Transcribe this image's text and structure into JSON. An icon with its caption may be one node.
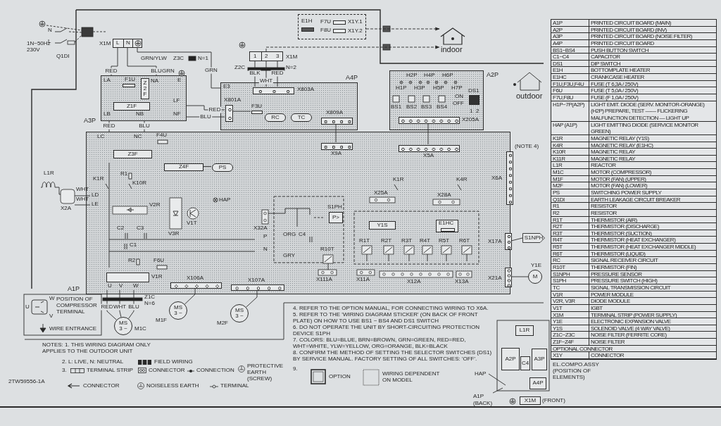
{
  "diagram": {
    "nodes": [
      {
        "text": [
          "L",
          "N"
        ],
        "beside": [
          "X1M"
        ]
      },
      {
        "text": [
          "A3P"
        ]
      },
      {
        "text": [
          "F1U"
        ],
        "in": 1
      },
      {
        "text": [
          "Z2F"
        ],
        "in": 1
      },
      {
        "text": [
          "Z1F"
        ],
        "in": 1
      },
      {
        "text": [
          "A4P"
        ]
      },
      {
        "text": [
          "X801A"
        ],
        "in": 5
      },
      {
        "text": [
          "F3U"
        ],
        "in": 5
      },
      {
        "text": [
          "RC"
        ],
        "in": 5
      },
      {
        "text": [
          "TC"
        ],
        "in": 5
      },
      {
        "text": [
          "X803A"
        ],
        "in": 5
      },
      {
        "text": [
          "X809A"
        ],
        "in": 5
      },
      {
        "text": [
          "1",
          "2",
          "3"
        ],
        "beside": [
          "X1M"
        ]
      },
      {
        "text": [
          "E1H",
          "F7U",
          "F8U",
          "X1Y.1",
          "X1Y.2"
        ]
      },
      {
        "text": [
          "indoor"
        ]
      },
      {
        "text": [
          "A2P"
        ]
      },
      {
        "text": [
          "X205A"
        ],
        "in": 15
      },
      {
        "text": [
          "DS1"
        ],
        "beside": [
          "1",
          "2"
        ],
        "in": 15
      },
      {
        "text": [
          "A1P"
        ]
      },
      {
        "text": [
          "Z3F"
        ],
        "in": 18
      },
      {
        "text": [
          "Z4F"
        ],
        "in": 18
      },
      {
        "text": [
          "PS"
        ],
        "in": 18
      },
      {
        "text": [
          "U",
          "V",
          "W"
        ],
        "beside": [
          "V1R"
        ],
        "in": 18
      },
      {
        "text": [
          "X106A"
        ],
        "in": 18
      },
      {
        "text": [
          "X107A"
        ],
        "in": 18
      },
      {
        "text": [
          "X9A"
        ],
        "in": 18
      },
      {
        "text": [
          "X5A"
        ],
        "in": 18
      },
      {
        "text": [
          "X6A"
        ],
        "in": 18
      },
      {
        "text": [
          "X17A"
        ],
        "in": 18
      },
      {
        "text": [
          "X21A"
        ],
        "in": 18
      },
      {
        "text": [
          "P>"
        ],
        "beside": [
          "S1PH"
        ],
        "in": 18
      },
      {
        "text": [
          "Y1S"
        ],
        "in": 18
      },
      {
        "text": [
          "E1HC"
        ],
        "in": 18
      },
      {
        "text": [
          "S1NPH"
        ]
      },
      {
        "text": [
          "M"
        ],
        "beside": [
          "Y1E"
        ]
      },
      {
        "text": [
          "MS 3 ~"
        ],
        "beside": [
          "M1F"
        ]
      },
      {
        "text": [
          "MS 3 ~"
        ],
        "beside": [
          "M2F"
        ]
      },
      {
        "text": [
          "MS 3 ~"
        ],
        "beside": [
          "M1C"
        ]
      },
      {
        "text": [
          "L1R"
        ]
      },
      {
        "text": [
          "A2P"
        ]
      },
      {
        "text": [
          "C4"
        ]
      },
      {
        "text": [
          "A3P"
        ]
      },
      {
        "text": [
          "A4P"
        ]
      },
      {
        "text": [
          "X1M"
        ]
      },
      {
        "text": [
          "HAP"
        ]
      },
      {
        "text": [
          "A1P (BACK)"
        ]
      }
    ],
    "edges": [
      {
        "from": 0,
        "to": 1,
        "arrow": "none",
        "label": "RED"
      },
      {
        "from": 0,
        "to": 1,
        "arrow": "none",
        "label": "BLU"
      },
      {
        "from": 0,
        "to": 5,
        "arrow": "none",
        "label": "GRN"
      },
      {
        "from": 1,
        "to": 6,
        "arrow": "none",
        "label": "RED"
      },
      {
        "from": 1,
        "to": 6,
        "arrow": "none",
        "label": "BLU"
      },
      {
        "from": 1,
        "to": 18,
        "arrow": "none",
        "label": "RED"
      },
      {
        "from": 1,
        "to": 18,
        "arrow": "none",
        "label": "BLU"
      },
      {
        "from": 12,
        "to": 10,
        "arrow": "none",
        "label": "BLK"
      },
      {
        "from": 12,
        "to": 10,
        "arrow": "none",
        "label": "WHT"
      },
      {
        "from": 12,
        "to": 10,
        "arrow": "none",
        "label": "RED"
      },
      {
        "from": 12,
        "to": 14,
        "arrow": "to",
        "style": "dashed"
      },
      {
        "from": 13,
        "to": 14,
        "arrow": "to",
        "style": "dashed"
      },
      {
        "from": 11,
        "to": 25,
        "arrow": "none"
      },
      {
        "from": 16,
        "to": 26,
        "arrow": "none"
      },
      {
        "from": 20,
        "to": 21,
        "arrow": "none"
      },
      {
        "from": 28,
        "to": 33,
        "arrow": "none"
      },
      {
        "from": 29,
        "to": 34,
        "arrow": "none"
      },
      {
        "from": 23,
        "to": 35,
        "arrow": "none"
      },
      {
        "from": 24,
        "to": 36,
        "arrow": "none"
      },
      {
        "from": 22,
        "to": 37,
        "arrow": "none",
        "label": "RED"
      },
      {
        "from": 22,
        "to": 37,
        "arrow": "none",
        "label": "WHT"
      },
      {
        "from": 22,
        "to": 37,
        "arrow": "none",
        "label": "BLU"
      },
      {
        "from": 6,
        "to": 7,
        "arrow": "none"
      },
      {
        "from": 44,
        "to": null,
        "arrow": "none"
      },
      {
        "from": 45,
        "to": null,
        "arrow": "none"
      }
    ],
    "labels": [
      "1N~50Hz 230V",
      "N",
      "L",
      "Q1DI",
      "GRN/YLW",
      "Z3C",
      "N=1",
      "GRN",
      "LA",
      "NA",
      "E",
      "LF",
      "LB",
      "NB",
      "NF",
      "E3",
      "Z2C",
      "N=2",
      "H2P",
      "H4P",
      "H6P",
      "H1P",
      "H3P",
      "H5P",
      "H7P",
      "BS1",
      "BS2",
      "BS3",
      "BS4",
      "ON",
      "OFF",
      "outdoor",
      "(NOTE 4)",
      "L1R",
      "WHT",
      "WHT",
      "X2A",
      "LC",
      "NC",
      "F4U",
      "LD",
      "LE",
      "K1R",
      "R1",
      "K10R",
      "V2R",
      "V3R",
      "V1T",
      "HAP",
      "C2",
      "C3",
      "C1",
      "R2",
      "F6U",
      "X32A",
      "P",
      "N",
      "ORG",
      "GRY",
      "C4",
      "R10T",
      "X111A",
      "X25A",
      "X28A",
      "K1R",
      "K4R",
      "R1T",
      "R2T",
      "R3T",
      "R4T",
      "R5T",
      "R6T",
      "X11A",
      "X12A",
      "X13A",
      "Z1C",
      "N=6",
      "W",
      "U",
      "V",
      "POSITION OF COMPRESSOR TERMINAL",
      "WIRE ENTRANCE",
      "NOTES: 1. THIS WIRING DIAGRAM ONLY APPLIES TO THE OUTDOOR UNIT",
      "2. L: LIVE, N: NEUTRAL",
      "3.",
      "4. REFER TO THE OPTION MANUAL, FOR CONNECTING WIRING TO X6A.",
      "5. REFER TO THE 'WIRING DIAGRAM STICKER' (ON BACK OF FRONT PLATE) ON HOW TO USE BS1 ~ BS4 AND DS1 SWITCH",
      "6. DO NOT OPERATE THE UNIT BY SHORT-CIRCUITING PROTECTION DEVICE S1PH",
      "7. COLORS: BLU=BLUE, BRN=BROWN, GRN=GREEN, RED=RED, WHT=WHITE, YLW=YELLOW, ORG=ORANGE, BLK=BLACK",
      "8. CONFIRM THE METHOD OF SETTING THE SELECTOR SWITCHES (DS1) BY SERVICE MANUAL. FACTORY SETTING OF ALL SWITCHES: 'OFF'.",
      "9.",
      "EL.COMPO.ASSY (POSITION OF ELEMENTS)",
      "(FRONT)",
      "2TW59556-1A",
      "A1P",
      "PRINTED CIRCUIT BOARD (MAIN)",
      "A2P",
      "PRINTED CIRCUIT BOARD (INV)",
      "A3P",
      "PRINTED CIRCUIT BOARD (NOISE FILTER)",
      "A4P",
      "PRINTED CIRCUIT BOARD",
      "BS1~BS4",
      "PUSH BUTTON SWITCH",
      "C1~C4",
      "CAPACITOR",
      "DS1",
      "DIP SWITCH",
      "E1H",
      "BOTTOMPLATE HEATER",
      "E1HC",
      "CRANKCASE HEATER",
      "F1U,F3U,F4U",
      "FUSE (T 6,3A / 250V)",
      "F6U",
      "FUSE (T 5,0A / 250V)",
      "F7U,F8U",
      "FUSE (F 1,0A / 250V)",
      "H1P~7P(A2P)",
      "LIGHT EMIT. DIODE (SERV. MONITOR-ORANGE) (H2P) PREPARE, TEST —— FLICKERING MALFUNCTION DETECTION — LIGHT UP",
      "HAP (A1P)",
      "LIGHT EMITTING DIODE (SERVICE MONITOR GREEN)",
      "K1R",
      "MAGNETIC RELAY (Y1S)",
      "K4R",
      "MAGNETIC RELAY (E1HC)",
      "K10R",
      "MAGNETIC RELAY",
      "K11R",
      "MAGNETIC RELAY",
      "L1R",
      "REACTOR",
      "M1C",
      "MOTOR (COMPRESSOR)",
      "M1F",
      "MOTOR (FAN) (UPPER)",
      "M2F",
      "MOTOR (FAN) (LOWER)",
      "PS",
      "SWITCHING POWER SUPPLY",
      "Q1DI",
      "EARTH LEAKAGE CIRCUIT BREAKER",
      "R1",
      "RESISTOR",
      "R2",
      "RESISTOR",
      "R1T",
      "THERMISTOR (AIR)",
      "R2T",
      "THERMISTOR (DISCHARGE)",
      "R3T",
      "THERMISTOR (SUCTION)",
      "R4T",
      "THERMISTOR (HEAT EXCHANGER)",
      "R5T",
      "THERMISTOR (HEAT EXCHANGER MIDDLE)",
      "R6T",
      "THERMISTOR (LIQUID)",
      "RC",
      "SIGNAL RECEIVER CIRCUIT",
      "R10T",
      "THERMISTOR (FIN)",
      "S1NPH",
      "PRESSURE SENSOR",
      "S1PH",
      "PRESSURE SWITCH (HIGH)",
      "TC",
      "SIGNAL TRANSMISSION CIRCUIT",
      "V1R",
      "POWER MODULE",
      "V2R, V3R",
      "DIODE MODULE",
      "V1T",
      "IGBT",
      "X1M",
      "TERMINAL STRIP (POWER SUPPLY)",
      "Y1E",
      "ELECTRONIC EXPANSION VALVE",
      "Y1S",
      "SOLENOID VALVE (4 WAY VALVE)",
      "Z1C~Z3C",
      "NOISE FILTER (FERRITE CORE)",
      "Z1F~Z4F",
      "NOISE FILTER",
      "OPTIONAL CONNECTOR",
      "X1Y",
      "CONNECTOR"
    ],
    "legend": [
      {
        "text": "FIELD WIRING"
      },
      {
        "text": "TERMINAL STRIP"
      },
      {
        "text": "CONNECTOR"
      },
      {
        "text": "CONNECTION"
      },
      {
        "text": "PROTECTIVE EARTH (SCREW)"
      },
      {
        "text": "CONNECTOR"
      },
      {
        "text": "NOISELESS EARTH"
      },
      {
        "text": "TERMINAL"
      },
      {
        "text": "OPTION"
      },
      {
        "text": "WIRING DEPENDENT ON MODEL"
      }
    ]
  }
}
